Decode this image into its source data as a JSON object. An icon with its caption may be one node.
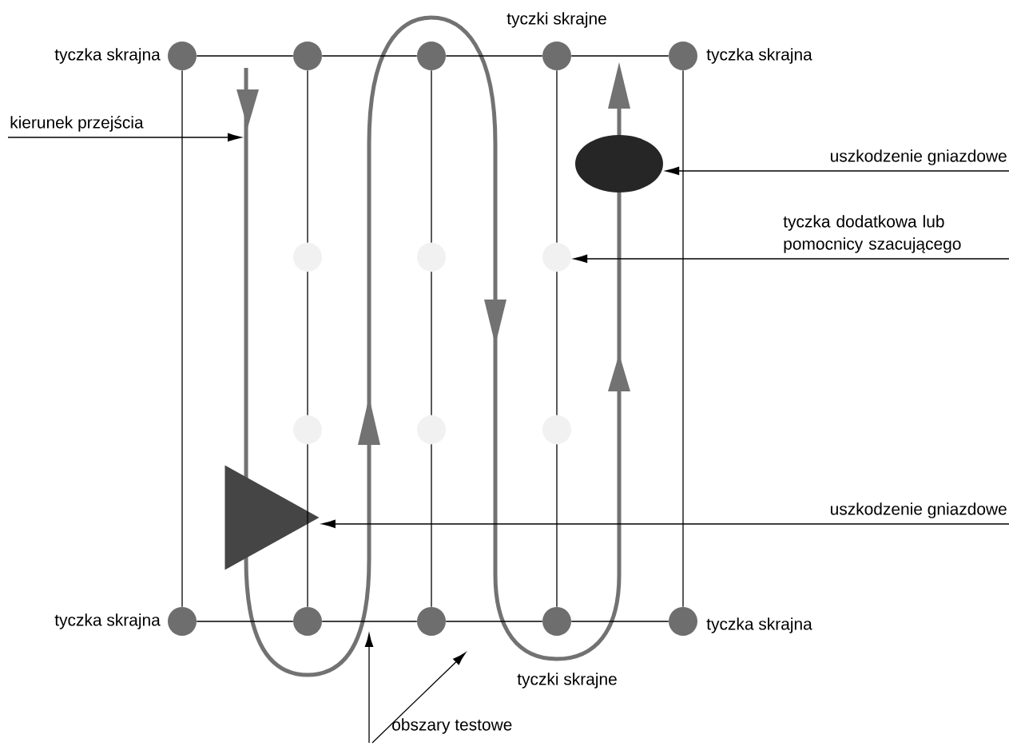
{
  "diagram": {
    "nodes": [
      {
        "text": [],
        "shape": "circle",
        "beside": [
          "tyczka skrajna"
        ]
      },
      {
        "text": [],
        "shape": "circle"
      },
      {
        "text": [],
        "shape": "circle"
      },
      {
        "text": [],
        "shape": "circle"
      },
      {
        "text": [],
        "shape": "circle",
        "beside": [
          "tyczka skrajna"
        ]
      },
      {
        "text": [
          "kierunek przejścia"
        ]
      },
      {
        "text": [],
        "shape": "ellipse"
      },
      {
        "text": [
          "uszkodzenie gniazdowe"
        ]
      },
      {
        "text": [],
        "shape": "circle"
      },
      {
        "text": [],
        "shape": "circle"
      },
      {
        "text": [],
        "shape": "circle"
      },
      {
        "text": [
          "tyczka dodatkowa lub pomocnicy szacującego"
        ]
      },
      {
        "text": [],
        "shape": "circle"
      },
      {
        "text": [],
        "shape": "circle"
      },
      {
        "text": [],
        "shape": "circle"
      },
      {
        "text": [],
        "shape": "triangle"
      },
      {
        "text": [
          "uszkodzenie gniazdowe"
        ]
      },
      {
        "text": [],
        "shape": "circle",
        "beside": [
          "tyczka skrajna"
        ]
      },
      {
        "text": [],
        "shape": "circle"
      },
      {
        "text": [],
        "shape": "circle"
      },
      {
        "text": [],
        "shape": "circle"
      },
      {
        "text": [],
        "shape": "circle",
        "beside": [
          "tyczka skrajna"
        ]
      },
      {
        "text": [
          "obszary testowe"
        ]
      }
    ],
    "edges": [
      {
        "from": 0,
        "to": 1,
        "arrow": "none"
      },
      {
        "from": 1,
        "to": 2,
        "arrow": "none"
      },
      {
        "from": 2,
        "to": 3,
        "arrow": "none"
      },
      {
        "from": 3,
        "to": 4,
        "arrow": "none"
      },
      {
        "from": 17,
        "to": 18,
        "arrow": "none"
      },
      {
        "from": 18,
        "to": 19,
        "arrow": "none"
      },
      {
        "from": 19,
        "to": 20,
        "arrow": "none"
      },
      {
        "from": 20,
        "to": 21,
        "arrow": "none"
      },
      {
        "from": 0,
        "to": 17,
        "arrow": "none"
      },
      {
        "from": 1,
        "to": 8,
        "arrow": "none"
      },
      {
        "from": 8,
        "to": 12,
        "arrow": "none"
      },
      {
        "from": 12,
        "to": 18,
        "arrow": "none"
      },
      {
        "from": 2,
        "to": 9,
        "arrow": "none"
      },
      {
        "from": 9,
        "to": 13,
        "arrow": "none"
      },
      {
        "from": 13,
        "to": 19,
        "arrow": "none"
      },
      {
        "from": 3,
        "to": 10,
        "arrow": "none"
      },
      {
        "from": 10,
        "to": 14,
        "arrow": "none"
      },
      {
        "from": 14,
        "to": 20,
        "arrow": "none"
      },
      {
        "from": 4,
        "to": 21,
        "arrow": "none"
      },
      {
        "from": 5,
        "to": null,
        "arrow": "to"
      },
      {
        "from": 7,
        "to": 6,
        "arrow": "to"
      },
      {
        "from": 11,
        "to": 10,
        "arrow": "to"
      },
      {
        "from": 16,
        "to": 15,
        "arrow": "to"
      },
      {
        "from": 22,
        "to": null,
        "arrow": "to"
      },
      {
        "from": 22,
        "to": null,
        "arrow": "to"
      }
    ],
    "labels": [
      "tyczki skrajne",
      "tyczki skrajne"
    ]
  }
}
